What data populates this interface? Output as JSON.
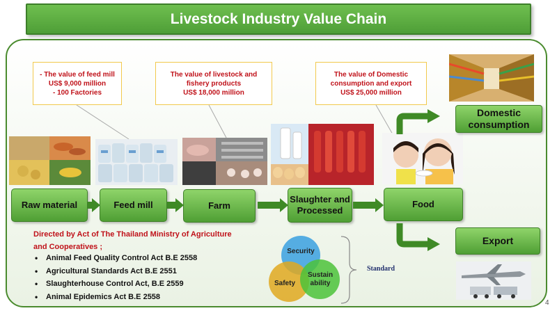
{
  "title": "Livestock Industry Value Chain",
  "notes": {
    "feed_mill": [
      "- The value of feed mill",
      "US$ 9,000 million",
      "- 100 Factories"
    ],
    "livestock": [
      "The value of livestock and",
      "fishery products",
      "US$ 18,000 million"
    ],
    "domestic": [
      "The value of  Domestic",
      "consumption and export",
      "US$ 25,000  million"
    ]
  },
  "stages": {
    "raw_material": "Raw material",
    "feed_mill": "Feed mill",
    "farm": "Farm",
    "slaughter": [
      "Slaughter and",
      "Processed"
    ],
    "food": "Food"
  },
  "destinations": {
    "domestic": [
      "Domestic",
      "consumption"
    ],
    "export": "Export"
  },
  "acts": {
    "heading": [
      "Directed by Act of The Thailand Ministry of Agriculture",
      "and Cooperatives ;"
    ],
    "items": [
      "Animal Feed Quality Control Act B.E 2558",
      "Agricultural Standards Act B.E 2551",
      "Slaughterhouse Control Act, B.E 2559",
      "Animal Epidemics Act B.E 2558"
    ]
  },
  "standard": {
    "circles": {
      "security": "Security",
      "safety": "Safety",
      "sustainability": [
        "Sustain",
        "ability"
      ]
    },
    "label": "Standard"
  },
  "page_number": "4",
  "colors": {
    "accent_green": "#4e9e37",
    "note_text": "#c0121a",
    "note_border": "#f2c94c",
    "security_circle": "#3aa0e0",
    "safety_circle": "#e0a820",
    "sustainability_circle": "#4cc23a"
  }
}
